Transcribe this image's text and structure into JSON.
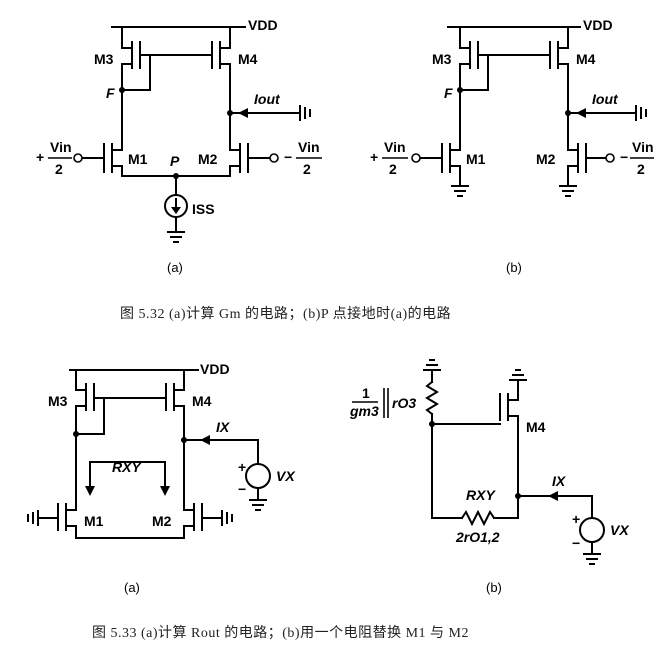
{
  "figure_5_32": {
    "caption": "图 5.32  (a)计算 Gm 的电路；(b)P 点接地时(a)的电路",
    "panel_a_label": "(a)",
    "panel_b_label": "(b)",
    "labels": {
      "vdd": "VDD",
      "m1": "M1",
      "m2": "M2",
      "m3": "M3",
      "m4": "M4",
      "node_f": "F",
      "node_p": "P",
      "iout": "Iout",
      "iss": "ISS",
      "vin_plus": "+",
      "vin_minus": "−",
      "vin": "Vin",
      "two": "2"
    }
  },
  "figure_5_33": {
    "caption": "图 5.33  (a)计算 Rout 的电路；(b)用一个电阻替换 M1 与 M2",
    "panel_a_label": "(a)",
    "panel_b_label": "(b)",
    "labels": {
      "vdd": "VDD",
      "m1": "M1",
      "m2": "M2",
      "m3": "M3",
      "m4": "M4",
      "rxy": "RXY",
      "ix": "IX",
      "vx": "VX",
      "plus": "+",
      "minus": "−",
      "gm3": "1",
      "gm3_den": "gm3",
      "ro3": "rO3",
      "ro12": "2rO1,2"
    }
  }
}
